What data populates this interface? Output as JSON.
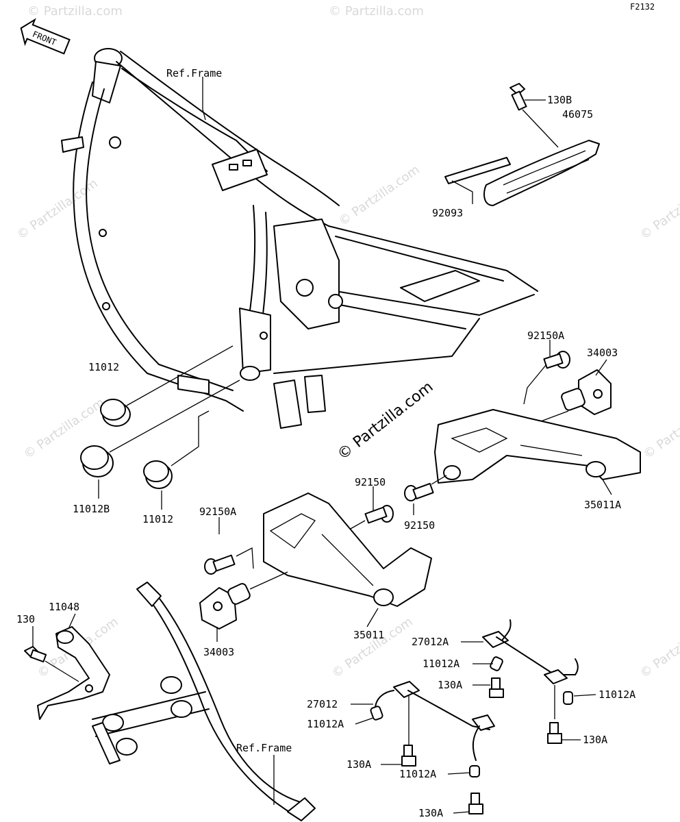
{
  "diagram_code": "F2132",
  "front_arrow_label": "FRONT",
  "watermark_center": "© Partzilla.com",
  "watermark_repeat": "© Partzilla.com",
  "labels": {
    "ref_frame_top": "Ref.Frame",
    "ref_frame_bottom": "Ref.Frame",
    "p130B": "130B",
    "p46075": "46075",
    "p92093": "92093",
    "p92150A_right": "92150A",
    "p34003_right": "34003",
    "p11012_upper": "11012",
    "p11012B": "11012B",
    "p11012_lower": "11012",
    "p92150_upper": "92150",
    "p92150_lower": "92150",
    "p92150A_left": "92150A",
    "p35011A": "35011A",
    "p11048": "11048",
    "p130": "130",
    "p34003_left": "34003",
    "p35011": "35011",
    "p27012A": "27012A",
    "p11012A_1": "11012A",
    "p130A_1": "130A",
    "p11012A_right": "11012A",
    "p27012": "27012",
    "p11012A_2": "11012A",
    "p130A_right": "130A",
    "p130A_2": "130A",
    "p11012A_3": "11012A",
    "p130A_3": "130A"
  }
}
